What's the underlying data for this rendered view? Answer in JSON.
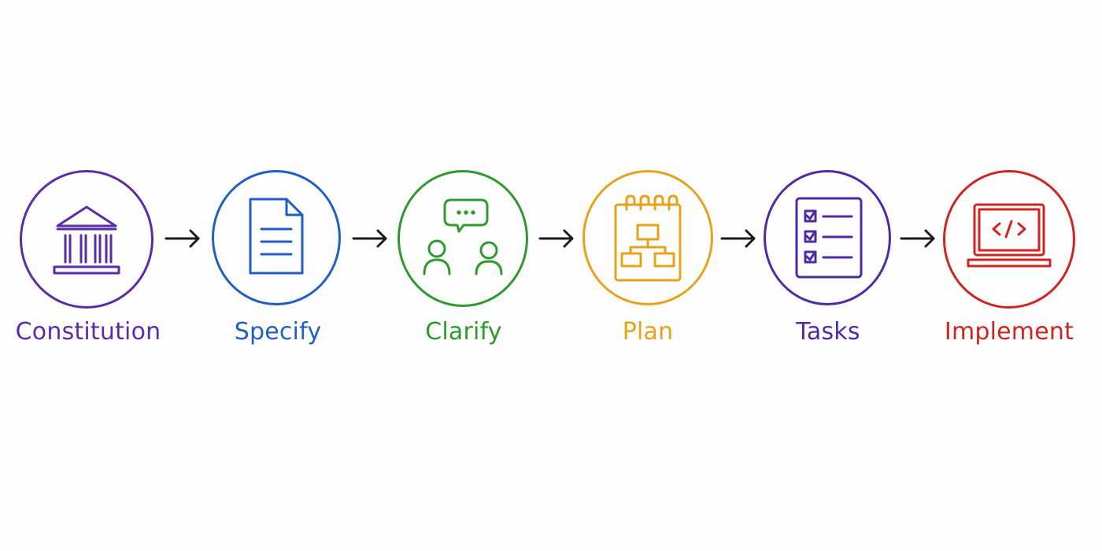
{
  "diagram": {
    "steps": [
      {
        "label": "Constitution",
        "icon": "institution-icon",
        "color": "#5b2ca8"
      },
      {
        "label": "Specify",
        "icon": "document-icon",
        "color": "#1f5fc4"
      },
      {
        "label": "Clarify",
        "icon": "discussion-icon",
        "color": "#2e9a2e"
      },
      {
        "label": "Plan",
        "icon": "planning-notepad-icon",
        "color": "#e7a21c"
      },
      {
        "label": "Tasks",
        "icon": "checklist-icon",
        "color": "#4f2aa6"
      },
      {
        "label": "Implement",
        "icon": "laptop-code-icon",
        "color": "#cf2424"
      }
    ],
    "arrow_color": "#1a1a1a"
  }
}
